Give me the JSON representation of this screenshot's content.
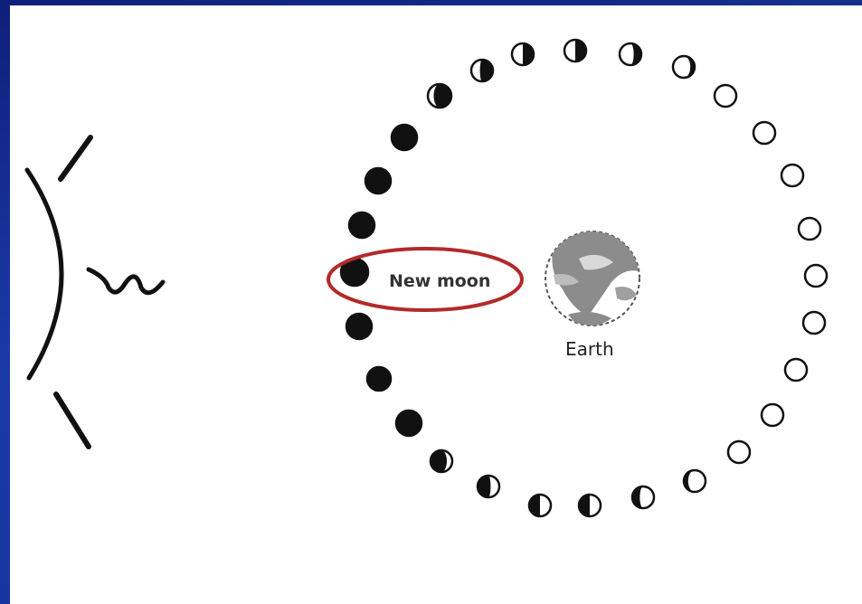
{
  "diagram": {
    "new_moon_label": "New moon",
    "earth_label": "Earth"
  },
  "colors": {
    "frame": "#1a3aa8",
    "highlight_ring": "#b22a2a",
    "earth_fill": "#8c8c8c",
    "ink": "#111111"
  },
  "icons": {
    "sun": "sun-arc-with-rays",
    "earth": "earth-globe",
    "moon": "moon-phase-disc"
  }
}
